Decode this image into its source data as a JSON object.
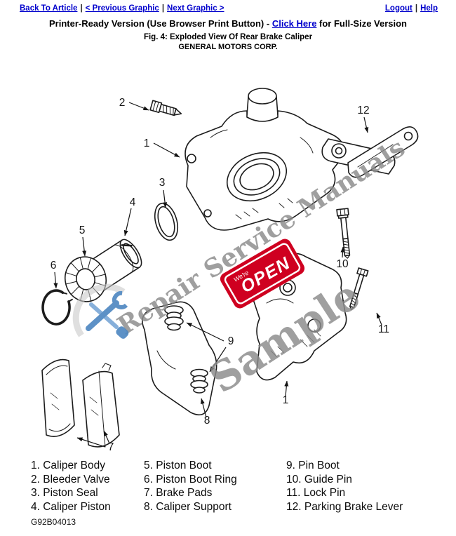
{
  "nav": {
    "back_to_article": "Back To Article",
    "previous_graphic": "< Previous Graphic",
    "next_graphic": "Next Graphic >",
    "logout": "Logout",
    "help": "Help",
    "separator": "|"
  },
  "header": {
    "printer_ready_prefix": "Printer-Ready Version (Use Browser Print Button) - ",
    "click_here": "Click Here",
    "printer_ready_suffix": " for Full-Size Version",
    "figure_caption": "Fig. 4: Exploded View Of Rear Brake Caliper",
    "company": "GENERAL MOTORS CORP."
  },
  "diagram": {
    "callouts": [
      "2",
      "1",
      "12",
      "3",
      "4",
      "5",
      "6",
      "10",
      "11",
      "9",
      "8",
      "1",
      "7"
    ],
    "watermark_line1": "Repair Service Manuals",
    "watermark_line2": "Sample",
    "stamp_subtext": "We're",
    "stamp_text": "OPEN"
  },
  "legend": {
    "col1": [
      "1. Caliper Body",
      "2. Bleeder Valve",
      "3. Piston Seal",
      "4. Caliper Piston"
    ],
    "col2": [
      "5. Piston Boot",
      "6. Piston Boot Ring",
      "7. Brake Pads",
      "8. Caliper Support"
    ],
    "col3": [
      "9. Pin Boot",
      "10. Guide Pin",
      "11. Lock Pin",
      "12. Parking Brake Lever"
    ]
  },
  "footer": {
    "figure_code": "G92B04013"
  },
  "colors": {
    "link_blue": "#0000cc",
    "stamp_red": "#cf0020",
    "watermark_gray": "#8b8b8b",
    "tool_blue": "#4c86c0"
  }
}
